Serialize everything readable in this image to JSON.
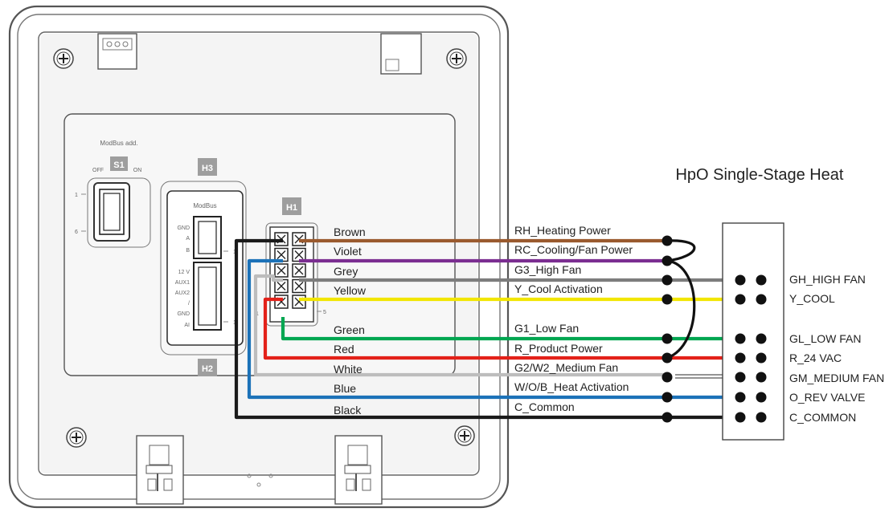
{
  "diagram_title": "HpO Single-Stage Heat",
  "device": {
    "modbus_address_label": "ModBus add.",
    "switch_off": "OFF",
    "switch_on": "ON",
    "switch_pos_1": "1",
    "switch_pos_6": "6",
    "modbus_label": "ModBus",
    "headers": {
      "s1": "S1",
      "h1": "H1",
      "h2": "H2",
      "h3": "H3"
    },
    "h3_pins": [
      "GND",
      "A",
      "B",
      "12 V",
      "AUX1",
      "AUX2",
      "/",
      "GND",
      "AI"
    ],
    "h3_pin_numbers": [
      "1",
      "1"
    ],
    "h1_pin_numbers": [
      "1",
      "5"
    ]
  },
  "wire_colors": {
    "brown": "#9a5a2e",
    "violet": "#7b2e91",
    "grey": "#7d7d7d",
    "yellow": "#f2e600",
    "green": "#00a651",
    "red": "#e32119",
    "white": "#bdbdbd",
    "blue": "#1c72b8",
    "black": "#1a1a1a"
  },
  "wires": [
    {
      "color": "Brown",
      "signal": "RH_Heating Power",
      "hex": "#9a5a2e"
    },
    {
      "color": "Violet",
      "signal": "RC_Cooling/Fan Power",
      "hex": "#7b2e91"
    },
    {
      "color": "Grey",
      "signal": "G3_High Fan",
      "hex": "#7d7d7d"
    },
    {
      "color": "Yellow",
      "signal": "Y_Cool Activation",
      "hex": "#f2e600"
    },
    {
      "color": "Green",
      "signal": "G1_Low Fan",
      "hex": "#00a651"
    },
    {
      "color": "Red",
      "signal": "R_Product Power",
      "hex": "#e32119"
    },
    {
      "color": "White",
      "signal": "G2/W2_Medium Fan",
      "hex": "#bdbdbd"
    },
    {
      "color": "Blue",
      "signal": "W/O/B_Heat Activation",
      "hex": "#1c72b8"
    },
    {
      "color": "Black",
      "signal": "C_Common",
      "hex": "#1a1a1a"
    }
  ],
  "equipment_terminals": [
    "GH_HIGH FAN",
    "Y_COOL",
    "GL_LOW FAN",
    "R_24 VAC",
    "GM_MEDIUM FAN",
    "O_REV VALVE",
    "C_COMMON"
  ]
}
